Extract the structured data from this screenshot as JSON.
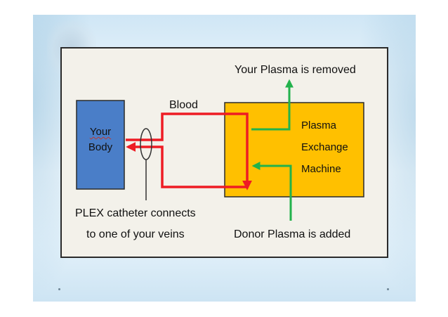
{
  "diagram": {
    "top_label": "Your Plasma is removed",
    "blood_label": "Blood",
    "body_box": {
      "line1": "Your",
      "line2": "Body"
    },
    "machine_box": {
      "line1": "Plasma",
      "line2": "Exchange",
      "line3": "Machine"
    },
    "catheter_label": {
      "line1": "PLEX catheter connects",
      "line2": "to one of your veins"
    },
    "bottom_label": "Donor Plasma is added"
  },
  "colors": {
    "body_box": "#4a7ec8",
    "machine_box": "#ffc000",
    "blood_arrow": "#ee1c24",
    "plasma_arrow": "#22b24c"
  }
}
